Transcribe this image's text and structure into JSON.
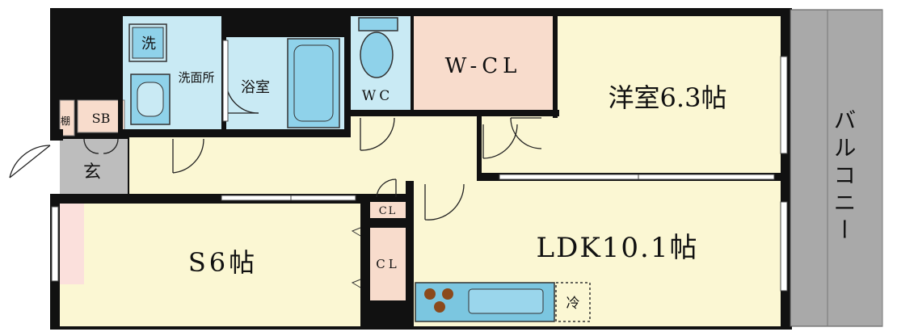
{
  "rooms": {
    "washer": "洗",
    "washroom": "洗面所",
    "bath": "浴室",
    "wc": "WC",
    "walk_in_closet": "W-CL",
    "western_room": "洋室6.3帖",
    "balcony": "バルコニー",
    "shelf": "棚",
    "shoe_box": "SB",
    "entrance": "玄",
    "service_room": "S6帖",
    "closet_small": "CL",
    "closet": "CL",
    "ldk": "LDK10.1帖",
    "fridge": "冷"
  },
  "colors": {
    "wall": "#111111",
    "floor": "#fbf7d3",
    "wet_area": "#c9eaf4",
    "wet_fixture": "#8fd2ea",
    "closet": "#f8dccc",
    "entrance": "#bdbdbd",
    "balcony": "#a9a9a9",
    "window_pink": "#fbe0dc",
    "kitchen_counter": "#7bc6e0"
  }
}
